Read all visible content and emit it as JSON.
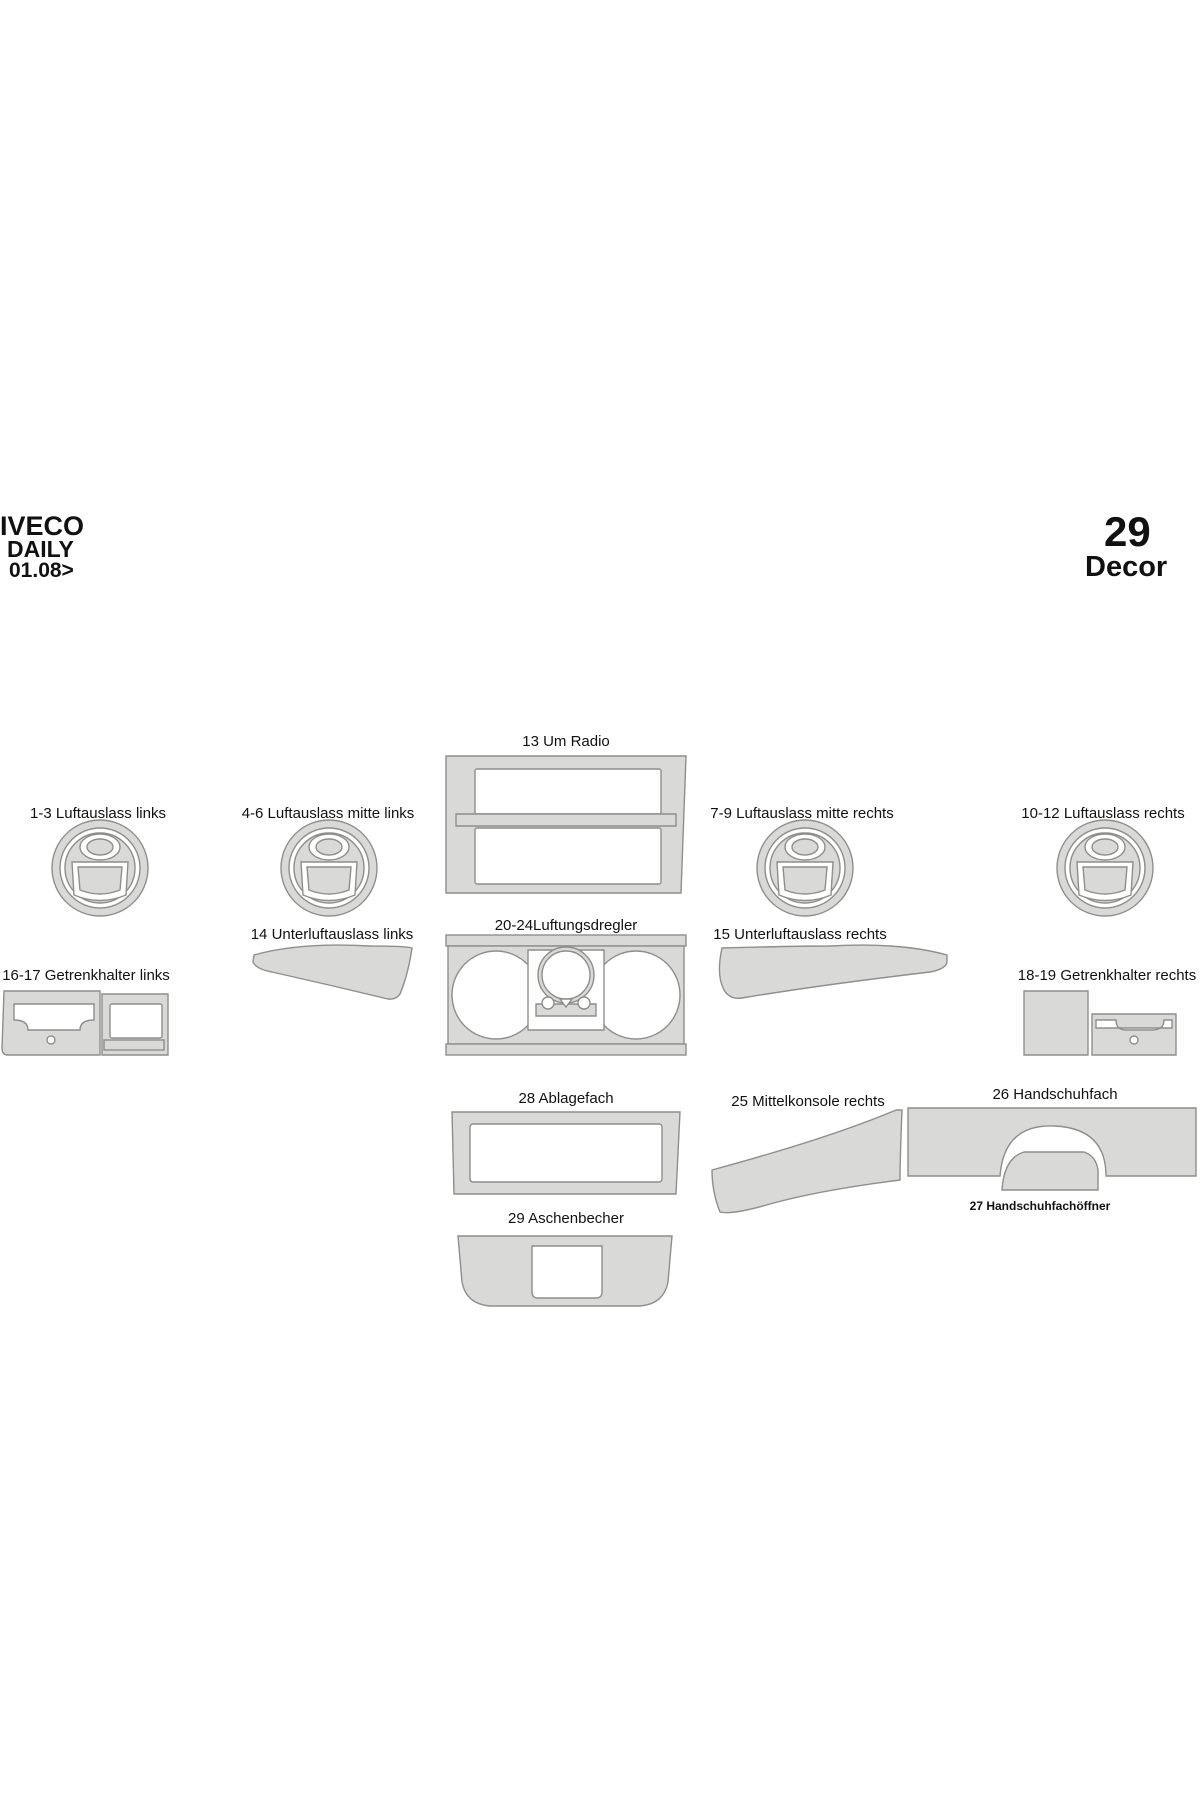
{
  "header_left": {
    "line1": "IVECO",
    "line2": "DAILY",
    "line3": "01.08>"
  },
  "header_right": {
    "number": "29",
    "word": "Decor"
  },
  "labels": {
    "um_radio": "13 Um Radio",
    "luft_links": "1-3 Luftauslass links",
    "luft_mitte_links": "4-6 Luftauslass mitte links",
    "luft_mitte_rechts": "7-9 Luftauslass mitte rechts",
    "luft_rechts": "10-12 Luftauslass rechts",
    "unter_links": "14 Unterluftauslass links",
    "luftungsregler": "20-24Luftungsdregler",
    "unter_rechts": "15 Unterluftauslass rechts",
    "getrenk_links": "16-17 Getrenkhalter links",
    "getrenk_rechts": "18-19 Getrenkhalter rechts",
    "ablagefach": "28  Ablagefach",
    "mittelkonsole": "25 Mittelkonsole rechts",
    "handschuhfach": "26 Handschuhfach",
    "handschuhoeffner": "27 Handschuhfachöffner",
    "aschenbecher": "29 Aschenbecher"
  },
  "colors": {
    "part_fill": "#d9d9d7",
    "part_stroke": "#8e8e8c"
  }
}
